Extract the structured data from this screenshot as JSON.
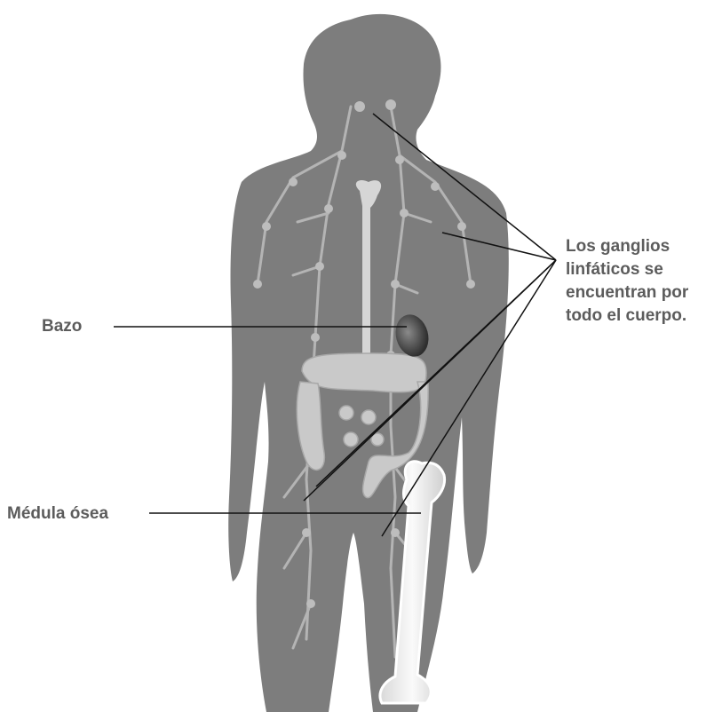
{
  "labels": {
    "spleen": "Bazo",
    "bone_marrow": "Médula ósea",
    "lymph_nodes": [
      "Los ganglios",
      "linfáticos se",
      "encuentran por",
      "todo el cuerpo."
    ]
  },
  "colors": {
    "body": "#7d7d7d",
    "organ": "#c9c9c9",
    "bone": "#efefef",
    "line": "#111111",
    "text": "#5c5c5c"
  }
}
